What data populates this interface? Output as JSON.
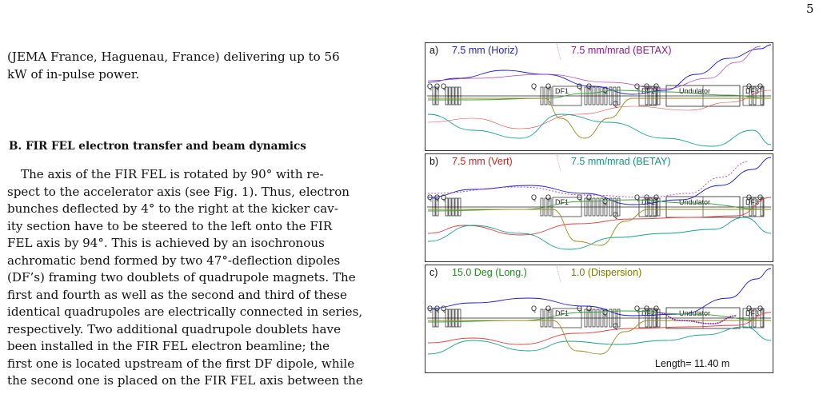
{
  "page_number": "5",
  "left_column": {
    "intro_lines": [
      "(JEMA France, Haguenau, France) delivering up to 56",
      "kW of in-pulse power."
    ],
    "section_heading": "B.   FIR FEL electron transfer and beam dynamics",
    "para_lines": [
      "The axis of the FIR FEL is rotated by 90° with re-",
      "spect to the accelerator axis (see Fig. 1). Thus, electron",
      "bunches deflected by 4° to the right at the kicker cav-",
      "ity section have to be steered to the left onto the FIR",
      "FEL axis by 94°.  This is achieved by an isochronous",
      "achromatic bend formed by two 47°-deflection dipoles",
      "(DF’s) framing two doublets of quadrupole magnets. The",
      "first and fourth as well as the second and third of these",
      "identical quadrupoles are electrically connected in series,",
      "respectively.  Two additional quadrupole doublets have",
      "been installed in the FIR FEL electron beamline; the",
      "first one is located upstream of the first DF dipole, while",
      "the second one is placed on the FIR FEL axis between the"
    ]
  },
  "figure": {
    "element_labels": {
      "quad": "Q",
      "df1": "DF1",
      "df2": "DF2",
      "df3": "DF3",
      "undulator": "Undulator"
    },
    "panels": [
      {
        "tag": "a)",
        "label1": "7.5 mm (Horiz)",
        "label2": "7.5 mm/mrad (BETAX)",
        "color1": "#1a1acc",
        "color2": "#8a1a8a"
      },
      {
        "tag": "b)",
        "label1": "7.5 mm (Vert)",
        "label2": "7.5 mm/mrad (BETAY)",
        "color1": "#d01c1c",
        "color2": "#1a9080"
      },
      {
        "tag": "c)",
        "label1": "15.0 Deg (Long.)",
        "label2": "1.0 (Dispersion)",
        "color1": "#1f8a1f",
        "color2": "#7a7a00"
      }
    ],
    "length_label": "Length= 11.40 m",
    "colors": {
      "horiz": "#1a1acc",
      "betax": "#b040b0",
      "vert": "#e04040",
      "betay": "#18a090",
      "long": "#40a040",
      "dispersion": "#9a8a20",
      "lattice": "#222222"
    }
  }
}
